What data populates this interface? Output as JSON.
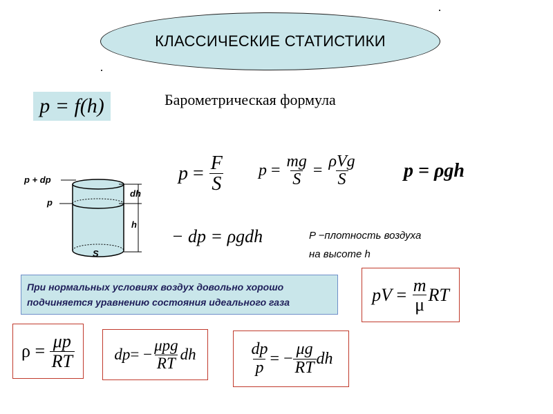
{
  "title": "КЛАССИЧЕСКИЕ СТАТИСТИКИ",
  "subtitle": "Барометрическая формула",
  "formulas": {
    "pfh": "p = f(h)",
    "p_f_s": {
      "lhs": "p",
      "num": "F",
      "den": "S"
    },
    "p_mg": {
      "lhs": "p",
      "num1": "mg",
      "den1": "S",
      "num2": "ρVg",
      "den2": "S"
    },
    "p_rgh": "p = ρgh",
    "dp": "− dp = ρgdh",
    "pv": {
      "lhs": "pV",
      "num": "m",
      "den": "μ",
      "rhs": "RT"
    },
    "rho": {
      "lhs": "ρ",
      "num": "μp",
      "den": "RT"
    },
    "dp1": {
      "lhs": "dp",
      "sign": "= −",
      "num": "μpg",
      "den": "RT",
      "rhs": "dh"
    },
    "dp2": {
      "lnum": "dp",
      "lden": "p",
      "sign": "= −",
      "num": "μg",
      "den": "RT",
      "rhs": "dh"
    }
  },
  "density_note": {
    "line1": "P −плотность воздуха",
    "line2": "на высоте h"
  },
  "cylinder_labels": {
    "p_plus_dp": "p + dp",
    "p": "p",
    "dh": "dh",
    "h": "h",
    "S": "S"
  },
  "info_box": {
    "line1": "При нормальных условиях воздух довольно хорошо",
    "line2": "подчиняется уравнению состояния идеального газа"
  },
  "colors": {
    "fill": "#c9e6ea",
    "red_border": "#c0392b",
    "blue_border": "#6e8ec8"
  }
}
